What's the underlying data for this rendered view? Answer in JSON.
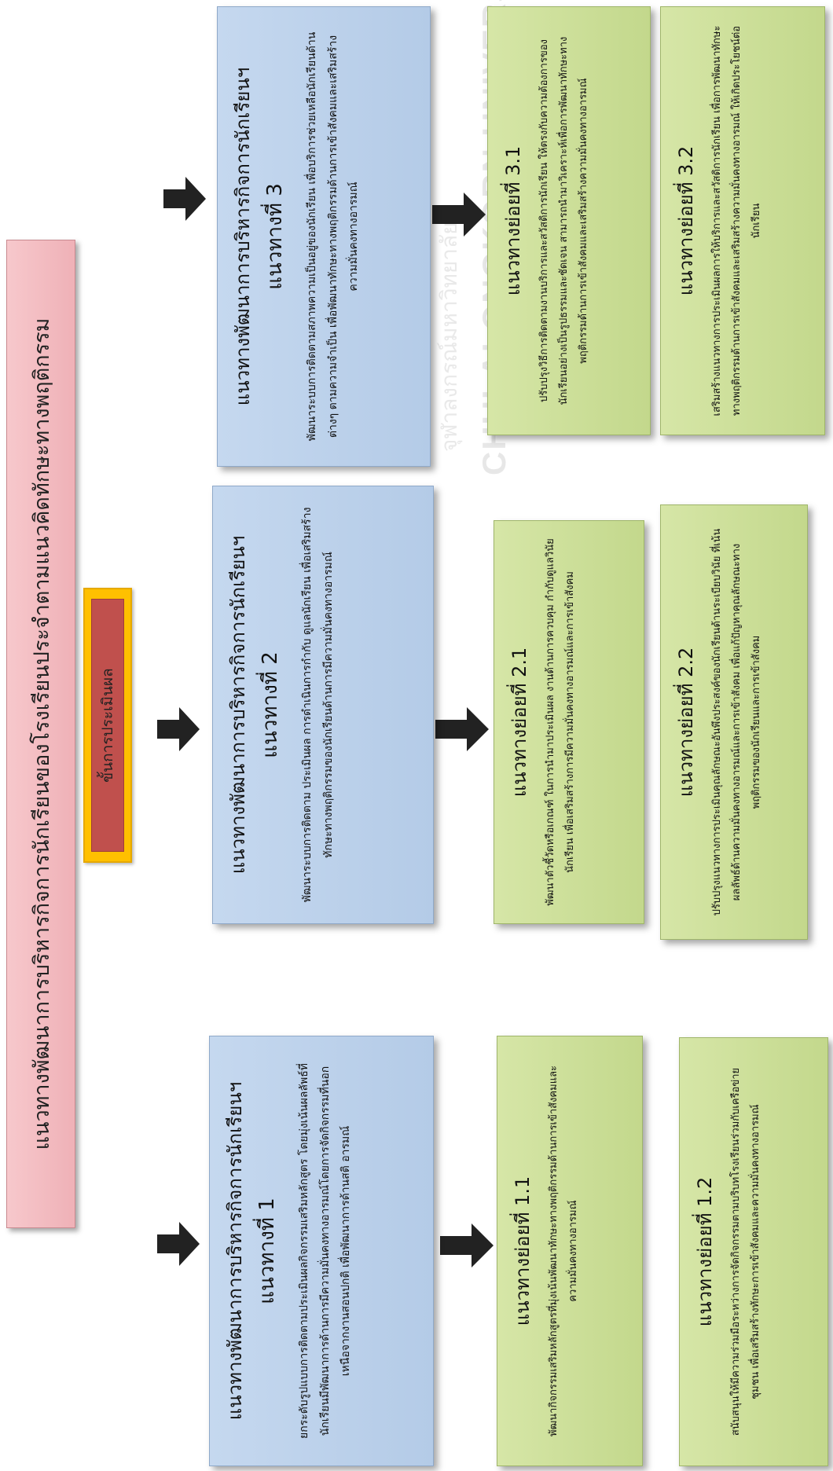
{
  "title": "แนวทางพัฒนาการบริหารกิจการนักเรียนของโรงเรียนประจำตามแนวคิดทักษะทางพฤติกรรม",
  "evaluation_badge": "ขั้นการประเมินผล",
  "watermark": {
    "university": "CHULALONGKORN UNIVERSITY",
    "thai": "จุฬาลงกรณ์มหาวิทยาลัย"
  },
  "guidelines": [
    {
      "heading": "แนวทางพัฒนาการบริหารกิจการนักเรียนฯ",
      "number": "แนวทางที่ 1",
      "description": "ยกระดับรูปแบบการติดตามประเมินผลกิจกรรมเสริมหลักสูตร โดยมุ่งเน้นผลลัพธ์ที่นักเรียนมีพัฒนาการด้านการมีความมั่นคงทางอารมณ์โดยการจัดกิจกรรมที่นอกเหนือจากงานสอนปกติ เพื่อพัฒนาการด้านสติ อารมณ์",
      "subs": [
        {
          "heading": "แนวทางย่อยที่ 1.1",
          "description": "พัฒนากิจกรรมเสริมหลักสูตรที่มุ่งเน้นพัฒนาทักษะทางพฤติกรรมด้านการเข้าสังคมและความมั่นคงทางอารมณ์"
        },
        {
          "heading": "แนวทางย่อยที่ 1.2",
          "description": "สนับสนุนให้มีความร่วมมือระหว่างการจัดกิจกรรมตามบริบทโรงเรียนร่วมกับเครือข่ายชุมชน เพื่อเสริมสร้างทักษะการเข้าสังคมและความมั่นคงทางอารมณ์"
        }
      ]
    },
    {
      "heading": "แนวทางพัฒนาการบริหารกิจการนักเรียนฯ",
      "number": "แนวทางที่ 2",
      "description": "พัฒนาระบบการติดตาม ประเมินผล การดำเนินการกำกับ ดูแลนักเรียน เพื่อเสริมสร้างทักษะทางพฤติกรรมของนักเรียนด้านการมีความมั่นคงทางอารมณ์",
      "subs": [
        {
          "heading": "แนวทางย่อยที่ 2.1",
          "description": "พัฒนาตัวชี้วัดหรือเกณฑ์ ในการนำมาประเมินผล งานด้านการควบคุม กำกับดูแลวินัยนักเรียน เพื่อเสริมสร้างการมีความมั่นคงทางอารมณ์และการเข้าสังคม"
        },
        {
          "heading": "แนวทางย่อยที่ 2.2",
          "description": "ปรับปรุงแนวทางการประเมินคุณลักษณะอันพึงประสงค์ของนักเรียนด้านระเบียบวินัย ที่เน้นผลลัพธ์ด้านความมั่นคงทางอารมณ์และการเข้าสังคม เพื่อแก้ปัญหาคุณลักษณะทางพฤติกรรมของนักเรียนและการเข้าสังคม"
        }
      ]
    },
    {
      "heading": "แนวทางพัฒนาการบริหารกิจการนักเรียนฯ",
      "number": "แนวทางที่ 3",
      "description": "พัฒนาระบบการติดตามสภาพความเป็นอยู่ของนักเรียน เพื่อบริการช่วยเหลือนักเรียนด้านต่างๆ ตามความจำเป็น เพื่อพัฒนาทักษะทางพฤติกรรมด้านการเข้าสังคมและเสริมสร้างความมั่นคงทางอารมณ์",
      "subs": [
        {
          "heading": "แนวทางย่อยที่ 3.1",
          "description": "ปรับปรุงวิธีการติดตามงานบริการและสวัสดิการนักเรียน ให้ตรงกับความต้องการของนักเรียนอย่างเป็นรูปธรรมและชัดเจน สามารถนำมาวิเคราะห์เพื่อการพัฒนาทักษะทางพฤติกรรมด้านการเข้าสังคมและเสริมสร้างความมั่นคงทางอารมณ์"
        },
        {
          "heading": "แนวทางย่อยที่ 3.2",
          "description": "เสริมสร้างแนวทางการประเมินผลการให้บริการและสวัสดิการนักเรียน เพื่อการพัฒนาทักษะทางพฤติกรรมด้านการเข้าสังคมและเสริมสร้างความมั่นคงทางอารมณ์ ให้เกิดประโยชน์ต่อนักเรียน"
        }
      ]
    }
  ],
  "colors": {
    "title_bg": "#f0b7bd",
    "evaluation_outer": "#ffc000",
    "evaluation_inner": "#c0504d",
    "guideline_bg": "#c5d8ef",
    "sub_guideline_bg": "#cde09a",
    "arrow": "#222222"
  },
  "icons": [
    "arrow-right-icon"
  ]
}
